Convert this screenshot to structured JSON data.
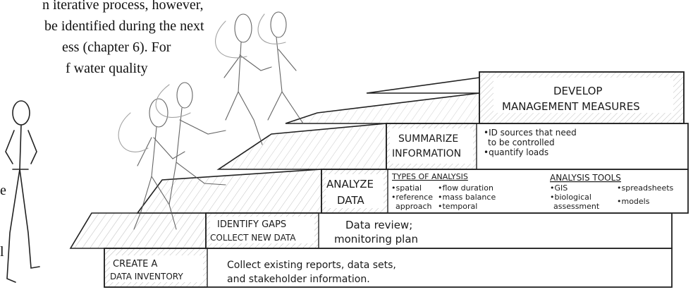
{
  "document_text": {
    "line1": "n iterative process, however,",
    "line2": "be identified during the next",
    "line3": "ess (chapter 6). For",
    "line4": "f water quality",
    "margin1": "e",
    "margin2": "l"
  },
  "steps": [
    {
      "title_l1": "CREATE A",
      "title_l2": "DATA INVENTORY",
      "desc_l1": "Collect existing reports, data sets,",
      "desc_l2": "and stakeholder information."
    },
    {
      "title_l1": "IDENTIFY GAPS",
      "title_l2": "COLLECT NEW DATA",
      "desc_l1": "Data review;",
      "desc_l2": "monitoring plan"
    },
    {
      "title_l1": "ANALYZE",
      "title_l2": "DATA",
      "types_header": "TYPES OF ANALYSIS",
      "types": [
        "•spatial",
        "•reference",
        "approach",
        "•flow duration",
        "•mass balance",
        "•temporal"
      ],
      "tools_header": "ANALYSIS TOOLS",
      "tools": [
        "•GIS",
        "•biological",
        "assessment",
        "•spreadsheets",
        "•models"
      ]
    },
    {
      "title_l1": "SUMMARIZE",
      "title_l2": "INFORMATION",
      "desc_l1": "•ID sources that need",
      "desc_l2": "to be controlled",
      "desc_l3": "•quantify loads"
    },
    {
      "title_l1": "DEVELOP",
      "title_l2": "MANAGEMENT MEASURES"
    }
  ]
}
